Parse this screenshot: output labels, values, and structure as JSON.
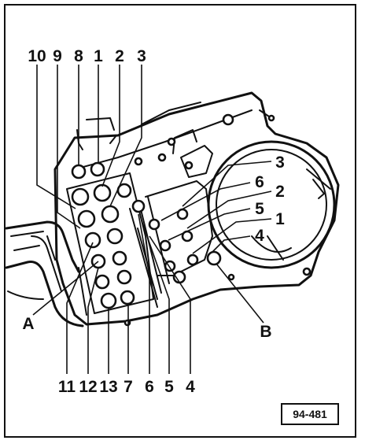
{
  "figure_ref": "94-481",
  "labels_top": [
    "10",
    "9",
    "8",
    "1",
    "2",
    "3"
  ],
  "labels_right": [
    "3",
    "6",
    "2",
    "5",
    "1",
    "4"
  ],
  "labels_bottom": [
    "11",
    "12",
    "13",
    "7",
    "6",
    "5",
    "4"
  ],
  "label_a": "A",
  "label_b": "B"
}
